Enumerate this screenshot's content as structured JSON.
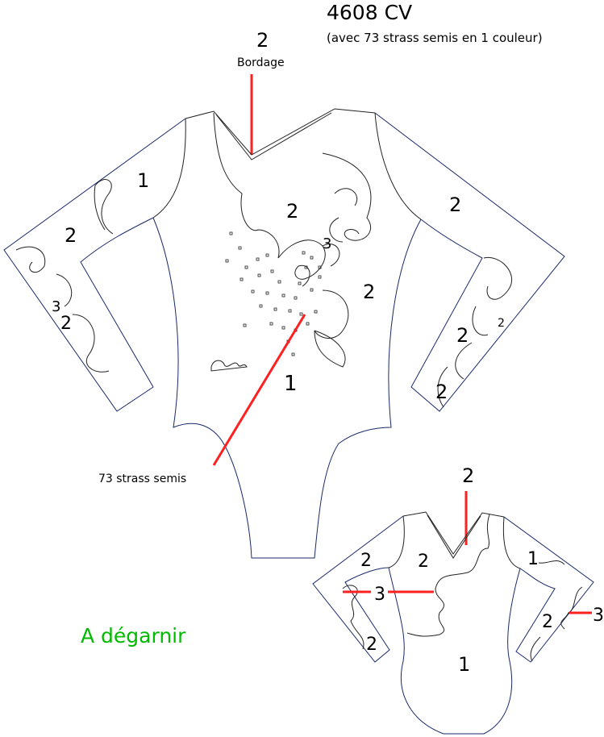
{
  "title": {
    "model": "4608 CV",
    "subtitle": "(avec 73 strass semis en 1 couleur)"
  },
  "front": {
    "bordage_number": "2",
    "bordage_label": "Bordage",
    "strass_label": "73 strass semis",
    "zones": [
      "1",
      "2",
      "2",
      "3",
      "2",
      "2",
      "3",
      "2",
      "2",
      "2",
      "2",
      "1"
    ]
  },
  "back": {
    "neck_number": "2",
    "zones": [
      "2",
      "2",
      "3",
      "2",
      "1",
      "2",
      "3",
      "1"
    ]
  },
  "note": {
    "text": "A dégarnir",
    "color": "#00bb00"
  },
  "colors": {
    "outline": "#1a2a6a",
    "pointer": "#ff2020"
  }
}
